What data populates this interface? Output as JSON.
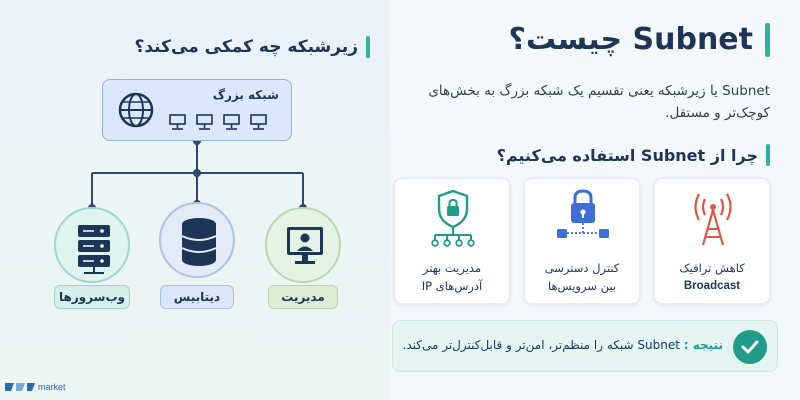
{
  "left": {
    "heading": "زیرشبکه چه کمکی می‌کند؟",
    "network_label": "شبکه بزرگ",
    "nodes": [
      {
        "label": "مدیریت"
      },
      {
        "label": "دیتابیس"
      },
      {
        "label": "وب‌سرورها"
      }
    ]
  },
  "right": {
    "title": "Subnet چیست؟",
    "description": "Subnet یا زیرشبکه یعنی تقسیم یک شبکه بزرگ به بخش‌های کوچک‌تر و مستقل.",
    "why_heading": "چرا از Subnet استفاده می‌کنیم؟",
    "cards": [
      {
        "line1": "کاهش ترافیک",
        "line2": "Broadcast"
      },
      {
        "line1": "کنترل دسترسی",
        "line2": "بین سرویس‌ها"
      },
      {
        "line1": "مدیریت بهتر",
        "line2": "آدرس‌های IP"
      }
    ],
    "result_label": "نتیجه :",
    "result_text": "Subnet شبکه را منظم‌تر، امن‌تر و قابل‌کنترل‌تر می‌کند."
  },
  "logo": {
    "text": "market"
  },
  "colors": {
    "accent": "#2bb3a5",
    "navy": "#1d3557",
    "network_box": "#dbe8fb",
    "node_green": "#e3f3e4",
    "node_blue": "#e2ebf8",
    "node_teal": "#dff3ef",
    "alert_red": "#e25544",
    "access_blue": "#3d6fd6",
    "check_green": "#1f9d8a"
  }
}
